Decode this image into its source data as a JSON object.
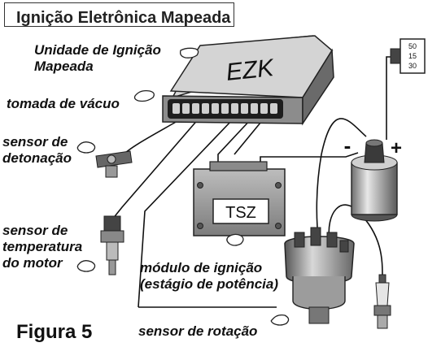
{
  "title": "Ignição Eletrônica Mapeada",
  "figure_label": "Figura 5",
  "ecu_label": "EZK",
  "module_label": "TSZ",
  "labels": {
    "ecu_line1": "Unidade de  Ignição",
    "ecu_line2": "Mapeada",
    "vacuum": "tomada de vácuo",
    "knock_line1": "sensor de",
    "knock_line2": "detonação",
    "temp_line1": "sensor de",
    "temp_line2": "temperatura",
    "temp_line3": "do motor",
    "module_line1": "módulo de ignição",
    "module_line2": "(estágio de potência)",
    "rotation": "sensor de rotação"
  },
  "coil": {
    "minus": "-",
    "plus": "+"
  },
  "switch_terminals": [
    "50",
    "15",
    "30"
  ],
  "colors": {
    "ink": "#111111",
    "ecu_top": "#d9d9d9",
    "ecu_side": "#8c8c8c",
    "module": "#9a9a9a",
    "coil": "#a8a8a8",
    "background": "#ffffff"
  }
}
